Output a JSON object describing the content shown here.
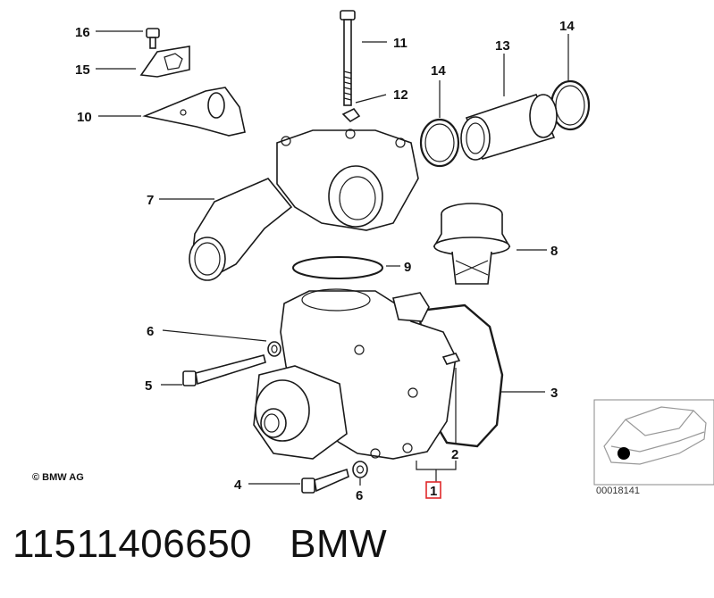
{
  "diagram": {
    "callouts": {
      "c16": "16",
      "c15": "15",
      "c10": "10",
      "c7": "7",
      "c11": "11",
      "c12": "12",
      "c14a": "14",
      "c13": "13",
      "c14b": "14",
      "c8": "8",
      "c9": "9",
      "c6a": "6",
      "c5": "5",
      "c3": "3",
      "c2": "2",
      "c1": "1",
      "c4": "4",
      "c6b": "6"
    },
    "highlight_color": "#e0282a",
    "copyright": "© BMW AG",
    "reference_number": "00018141"
  },
  "footer": {
    "part_number": "11511406650",
    "brand": "BMW"
  }
}
